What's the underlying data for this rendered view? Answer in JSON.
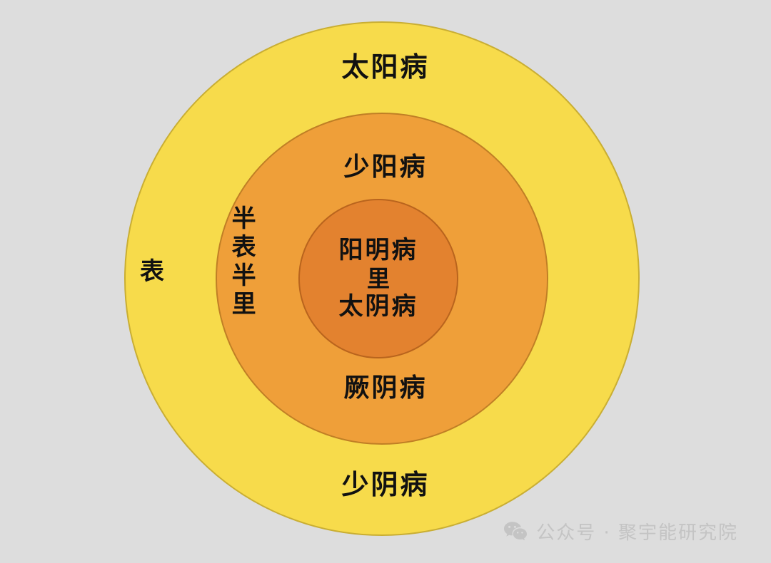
{
  "diagram": {
    "type": "concentric-circles",
    "background_color": "#dddddd",
    "rings": [
      {
        "id": "outer",
        "name": "exterior-ring",
        "fill": "#f7db4b",
        "border": "#c9ae33",
        "side_label": "表",
        "top_label": "太阳病",
        "bottom_label": "少阴病"
      },
      {
        "id": "middle",
        "name": "half-exterior-half-interior-ring",
        "fill": "#ef9f39",
        "border": "#c07f25",
        "side_label": "半表半里",
        "top_label": "少阳病",
        "bottom_label": "厥阴病"
      },
      {
        "id": "inner",
        "name": "interior-circle",
        "fill": "#e3822f",
        "border": "#b9641d",
        "center_label": "里",
        "top_label": "阳明病",
        "bottom_label": "太阴病"
      }
    ]
  },
  "labels": {
    "taiyang": "太阳病",
    "shaoyang": "少阳病",
    "yangming": "阳明病",
    "li": "里",
    "taiyin": "太阴病",
    "jueyin": "厥阴病",
    "shaoyin": "少阴病",
    "biao": "表",
    "banbiaobanli": "半表半里"
  },
  "watermark": {
    "icon": "wechat-icon",
    "text": "公众号 · 聚宇能研究院",
    "color": "#c4c4c4"
  }
}
